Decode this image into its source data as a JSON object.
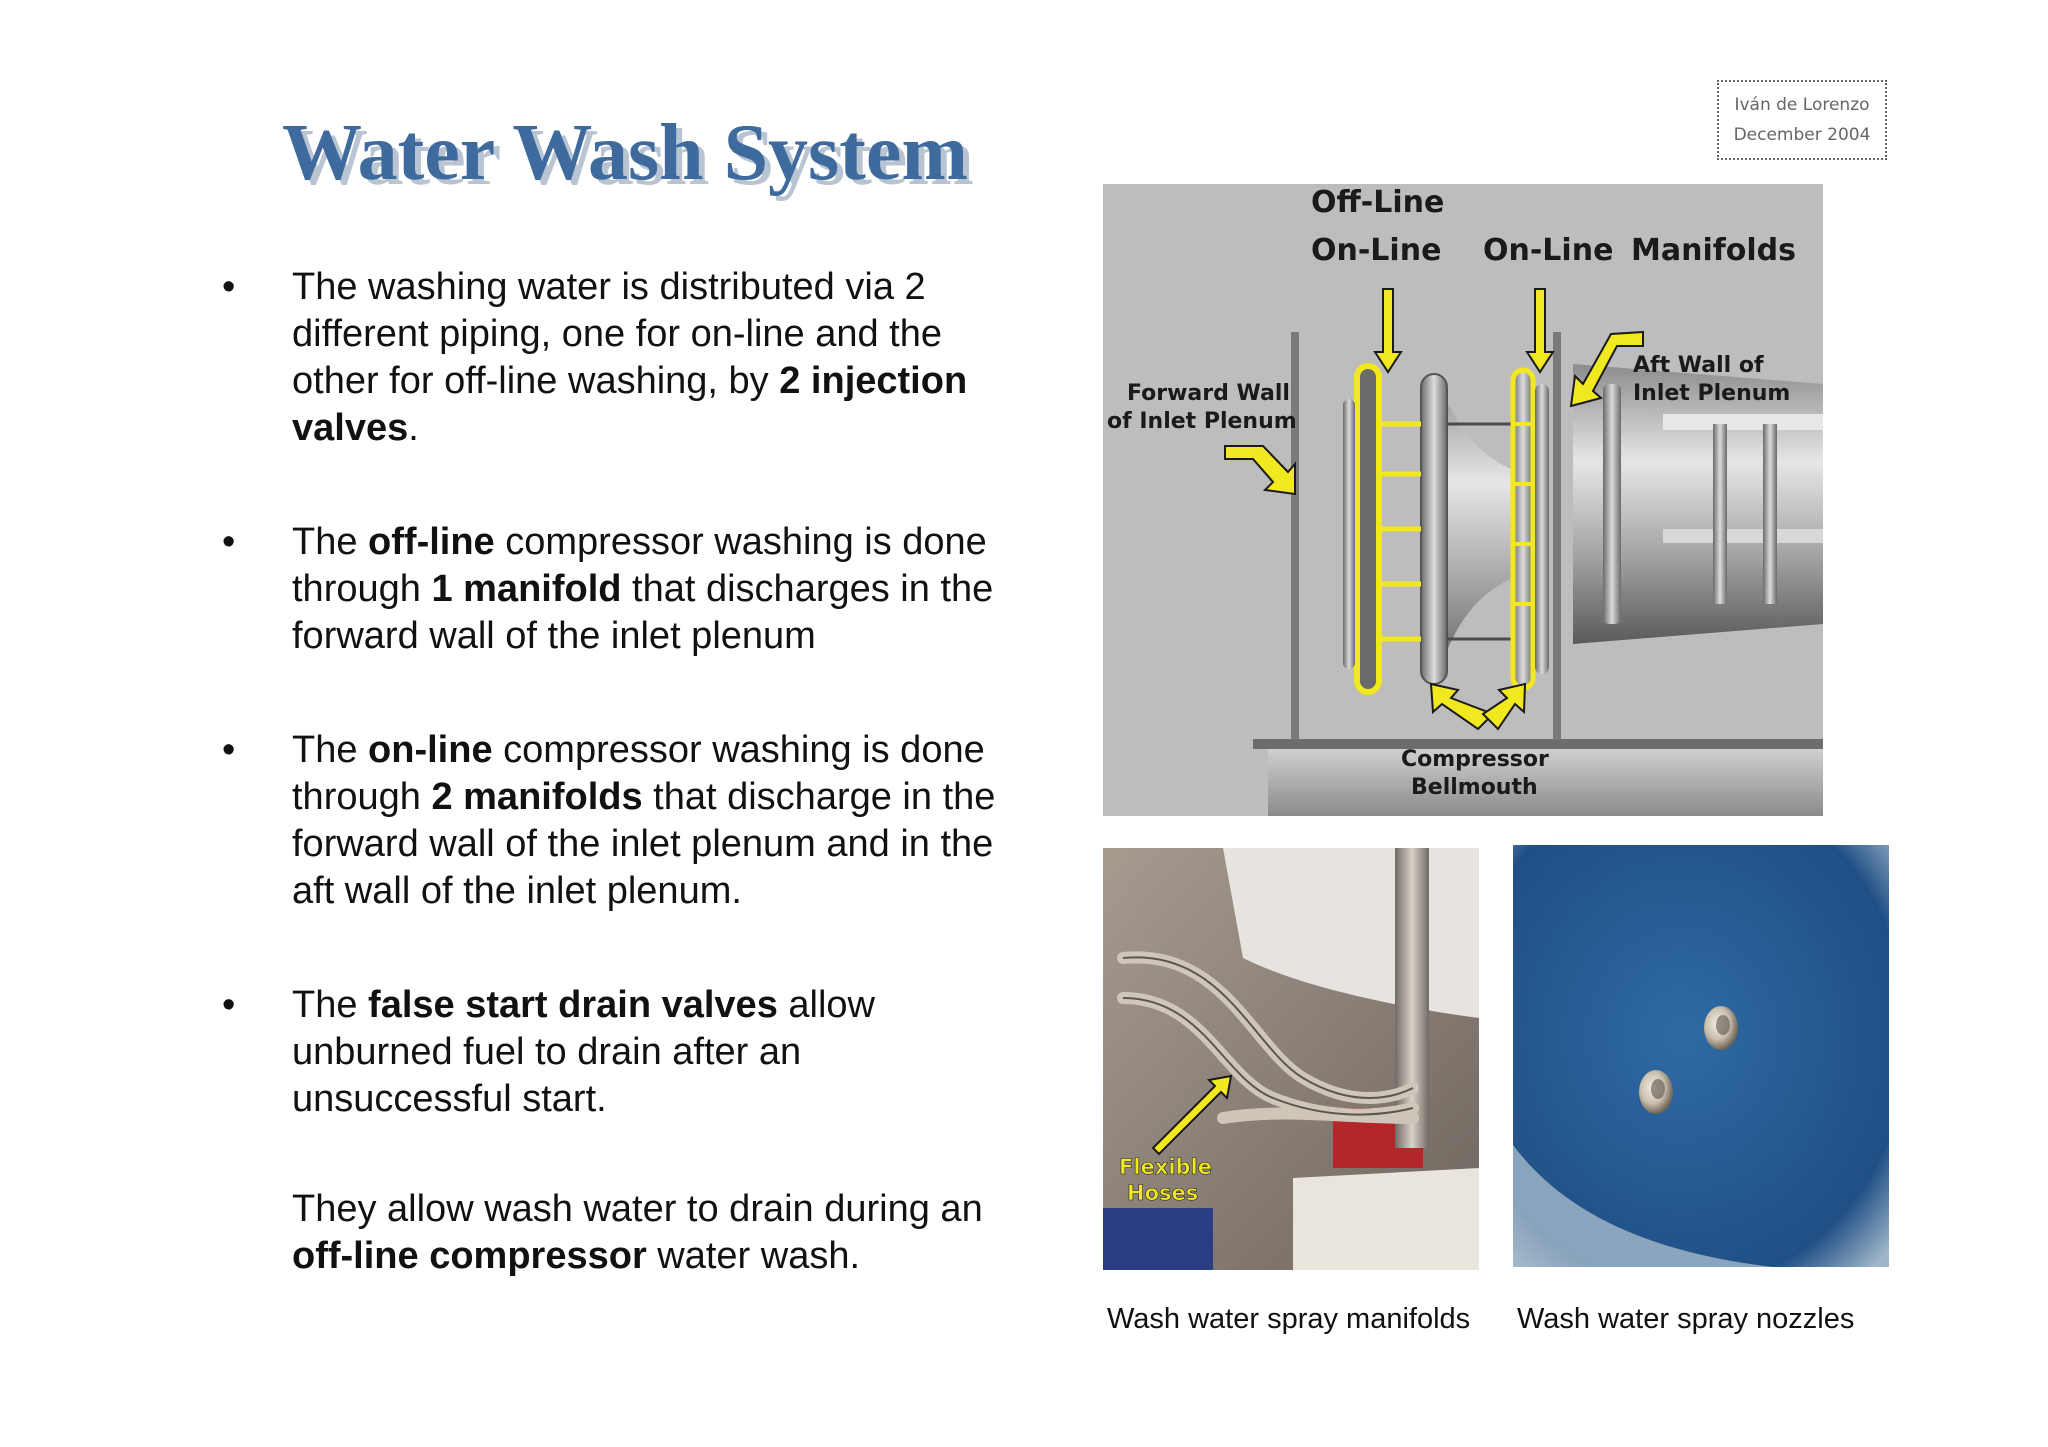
{
  "stamp": {
    "line1": "Iván de Lorenzo",
    "line2": "December 2004"
  },
  "title": "Water Wash System",
  "bullets": [
    {
      "parts": [
        {
          "t": "The washing water is distributed via 2 different piping, one for on-line and the other for off-line washing, by ",
          "b": false
        },
        {
          "t": "2 injection valves",
          "b": true
        },
        {
          "t": ".",
          "b": false
        }
      ]
    },
    {
      "parts": [
        {
          "t": "The ",
          "b": false
        },
        {
          "t": "off-line",
          "b": true
        },
        {
          "t": " compressor washing is done through ",
          "b": false
        },
        {
          "t": "1 manifold",
          "b": true
        },
        {
          "t": " that discharges in the forward wall of the inlet plenum",
          "b": false
        }
      ]
    },
    {
      "parts": [
        {
          "t": "The ",
          "b": false
        },
        {
          "t": "on-line",
          "b": true
        },
        {
          "t": " compressor washing is done through ",
          "b": false
        },
        {
          "t": "2 manifolds",
          "b": true
        },
        {
          "t": " that discharge in the forward wall of the inlet plenum and in the aft wall of the inlet plenum.",
          "b": false
        }
      ]
    },
    {
      "parts": [
        {
          "t": "The ",
          "b": false
        },
        {
          "t": "false start drain valves",
          "b": true
        },
        {
          "t": " allow unburned fuel to drain after an unsuccessful start.",
          "b": false
        }
      ]
    }
  ],
  "note": {
    "parts": [
      {
        "t": "They allow wash water to drain during an ",
        "b": false
      },
      {
        "t": "off-line compressor",
        "b": true
      },
      {
        "t": " water wash.",
        "b": false
      }
    ]
  },
  "diagram": {
    "label_offline": "Off-Line",
    "label_online1": "On-Line",
    "label_online2": "On-Line",
    "label_manifolds": "Manifolds",
    "label_fwd1": "Forward Wall",
    "label_fwd2": "of Inlet Plenum",
    "label_aft1": "Aft Wall of",
    "label_aft2": "Inlet Plenum",
    "label_bell1": "Compressor",
    "label_bell2": "Bellmouth"
  },
  "photo1": {
    "label1": "Flexible",
    "label2": "Hoses"
  },
  "captions": {
    "left": "Wash water spray manifolds",
    "right": "Wash water spray nozzles"
  },
  "colors": {
    "title": "#3e6a9d",
    "title_shadow": "#b9c4d3",
    "arrow": "#f2e81f"
  }
}
